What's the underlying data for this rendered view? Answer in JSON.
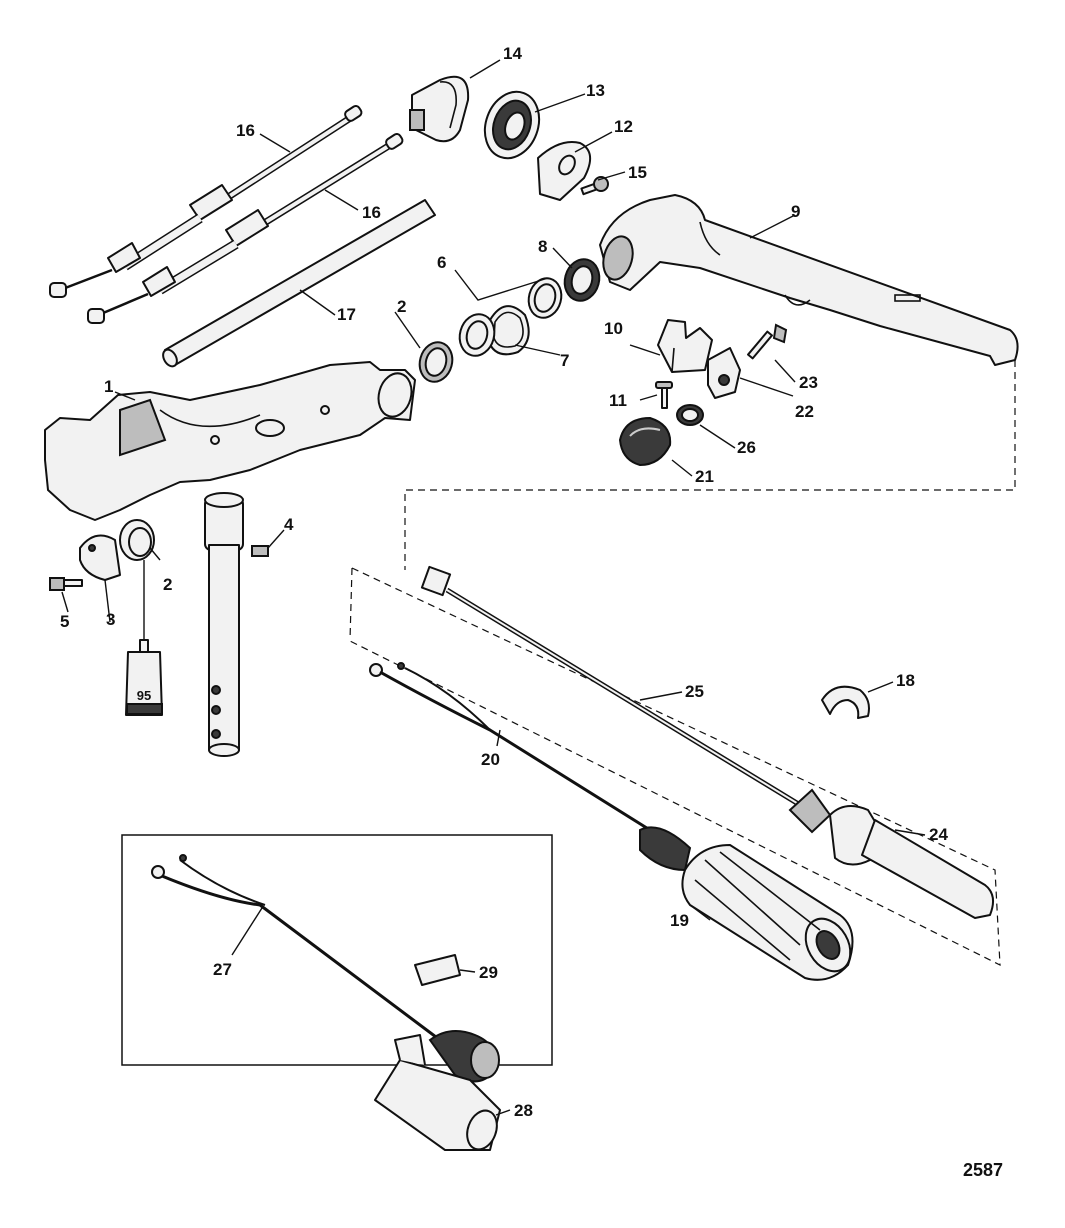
{
  "diagram_code": "2587",
  "tube_label": "95",
  "parts": [
    {
      "id": "1",
      "label": "1"
    },
    {
      "id": "2a",
      "label": "2"
    },
    {
      "id": "2b",
      "label": "2"
    },
    {
      "id": "3",
      "label": "3"
    },
    {
      "id": "4",
      "label": "4"
    },
    {
      "id": "5",
      "label": "5"
    },
    {
      "id": "6",
      "label": "6"
    },
    {
      "id": "7",
      "label": "7"
    },
    {
      "id": "8",
      "label": "8"
    },
    {
      "id": "9",
      "label": "9"
    },
    {
      "id": "10",
      "label": "10"
    },
    {
      "id": "11",
      "label": "11"
    },
    {
      "id": "12",
      "label": "12"
    },
    {
      "id": "13",
      "label": "13"
    },
    {
      "id": "14",
      "label": "14"
    },
    {
      "id": "15",
      "label": "15"
    },
    {
      "id": "16a",
      "label": "16"
    },
    {
      "id": "16b",
      "label": "16"
    },
    {
      "id": "17",
      "label": "17"
    },
    {
      "id": "18",
      "label": "18"
    },
    {
      "id": "19",
      "label": "19"
    },
    {
      "id": "20",
      "label": "20"
    },
    {
      "id": "21",
      "label": "21"
    },
    {
      "id": "22",
      "label": "22"
    },
    {
      "id": "23",
      "label": "23"
    },
    {
      "id": "24",
      "label": "24"
    },
    {
      "id": "25",
      "label": "25"
    },
    {
      "id": "26",
      "label": "26"
    },
    {
      "id": "27",
      "label": "27"
    },
    {
      "id": "28",
      "label": "28"
    },
    {
      "id": "29",
      "label": "29"
    }
  ]
}
